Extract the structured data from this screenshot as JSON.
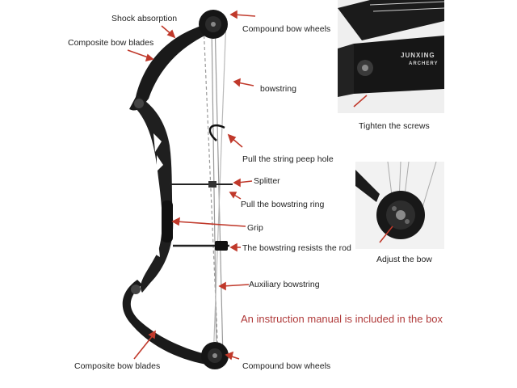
{
  "labels": {
    "shock_absorption": "Shock absorption",
    "composite_blades_top": "Composite bow blades",
    "compound_wheels_top": "Compound bow wheels",
    "bowstring": "bowstring",
    "peep_hole": "Pull the string peep hole",
    "splitter": "Splitter",
    "bowstring_ring": "Pull the bowstring ring",
    "grip": "Grip",
    "resists_rod": "The bowstring resists the rod",
    "aux_bowstring": "Auxiliary bowstring",
    "composite_blades_bottom": "Composite bow blades",
    "compound_wheels_bottom": "Compound bow wheels",
    "tighten_screws": "Tighten the screws",
    "adjust_bow": "Adjust the bow"
  },
  "note": "An instruction manual is included in the box",
  "logo": {
    "line1": "JUNXING",
    "line2": "ARCHERY"
  },
  "colors": {
    "arrow": "#c0392b",
    "note": "#b03a3a",
    "bow": "#1a1a1a",
    "string": "#9a9a9a"
  }
}
